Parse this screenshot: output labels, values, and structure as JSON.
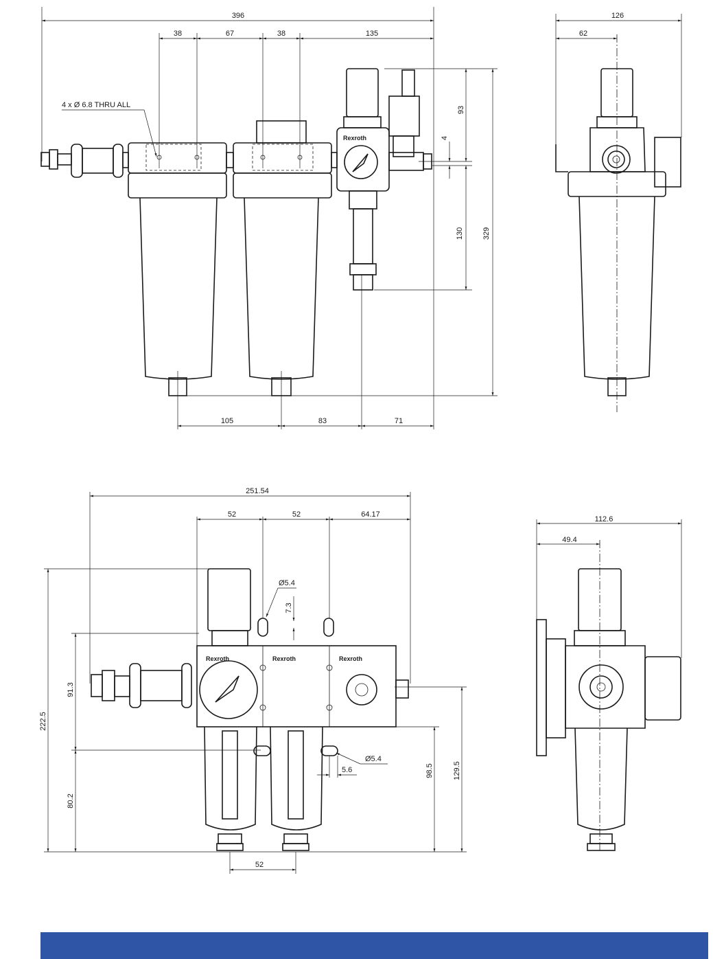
{
  "colors": {
    "footer_bar": "#2f56a6",
    "line": "#1a1a1a",
    "background": "#ffffff"
  },
  "top_front_view": {
    "dims": {
      "overall_width": "396",
      "a": "38",
      "b": "67",
      "c": "38",
      "d": "135",
      "bottom_1": "105",
      "bottom_2": "83",
      "bottom_3": "71",
      "v_93": "93",
      "v_4": "4",
      "v_130": "130",
      "v_329": "329"
    },
    "note": "4 x  Ø 6.8 THRU ALL"
  },
  "top_side_view": {
    "dims": {
      "width": "126",
      "offset": "62"
    }
  },
  "bottom_front_view": {
    "dims": {
      "overall_width": "251.54",
      "a": "52",
      "b": "52",
      "c": "64.17",
      "hole_top": "Ø5.4",
      "v_7_3": "7.3",
      "v_91_3": "91.3",
      "v_222_5": "222.5",
      "v_80_2": "80.2",
      "v_98_5": "98.5",
      "v_129_5": "129.5",
      "hole_bottom": "Ø5.4",
      "h_5_6": "5.6",
      "bottom_52": "52"
    },
    "brand_labels": [
      "Rexroth",
      "Rexroth",
      "Rexroth"
    ]
  },
  "bottom_side_view": {
    "dims": {
      "width": "112.6",
      "offset": "49.4"
    }
  }
}
